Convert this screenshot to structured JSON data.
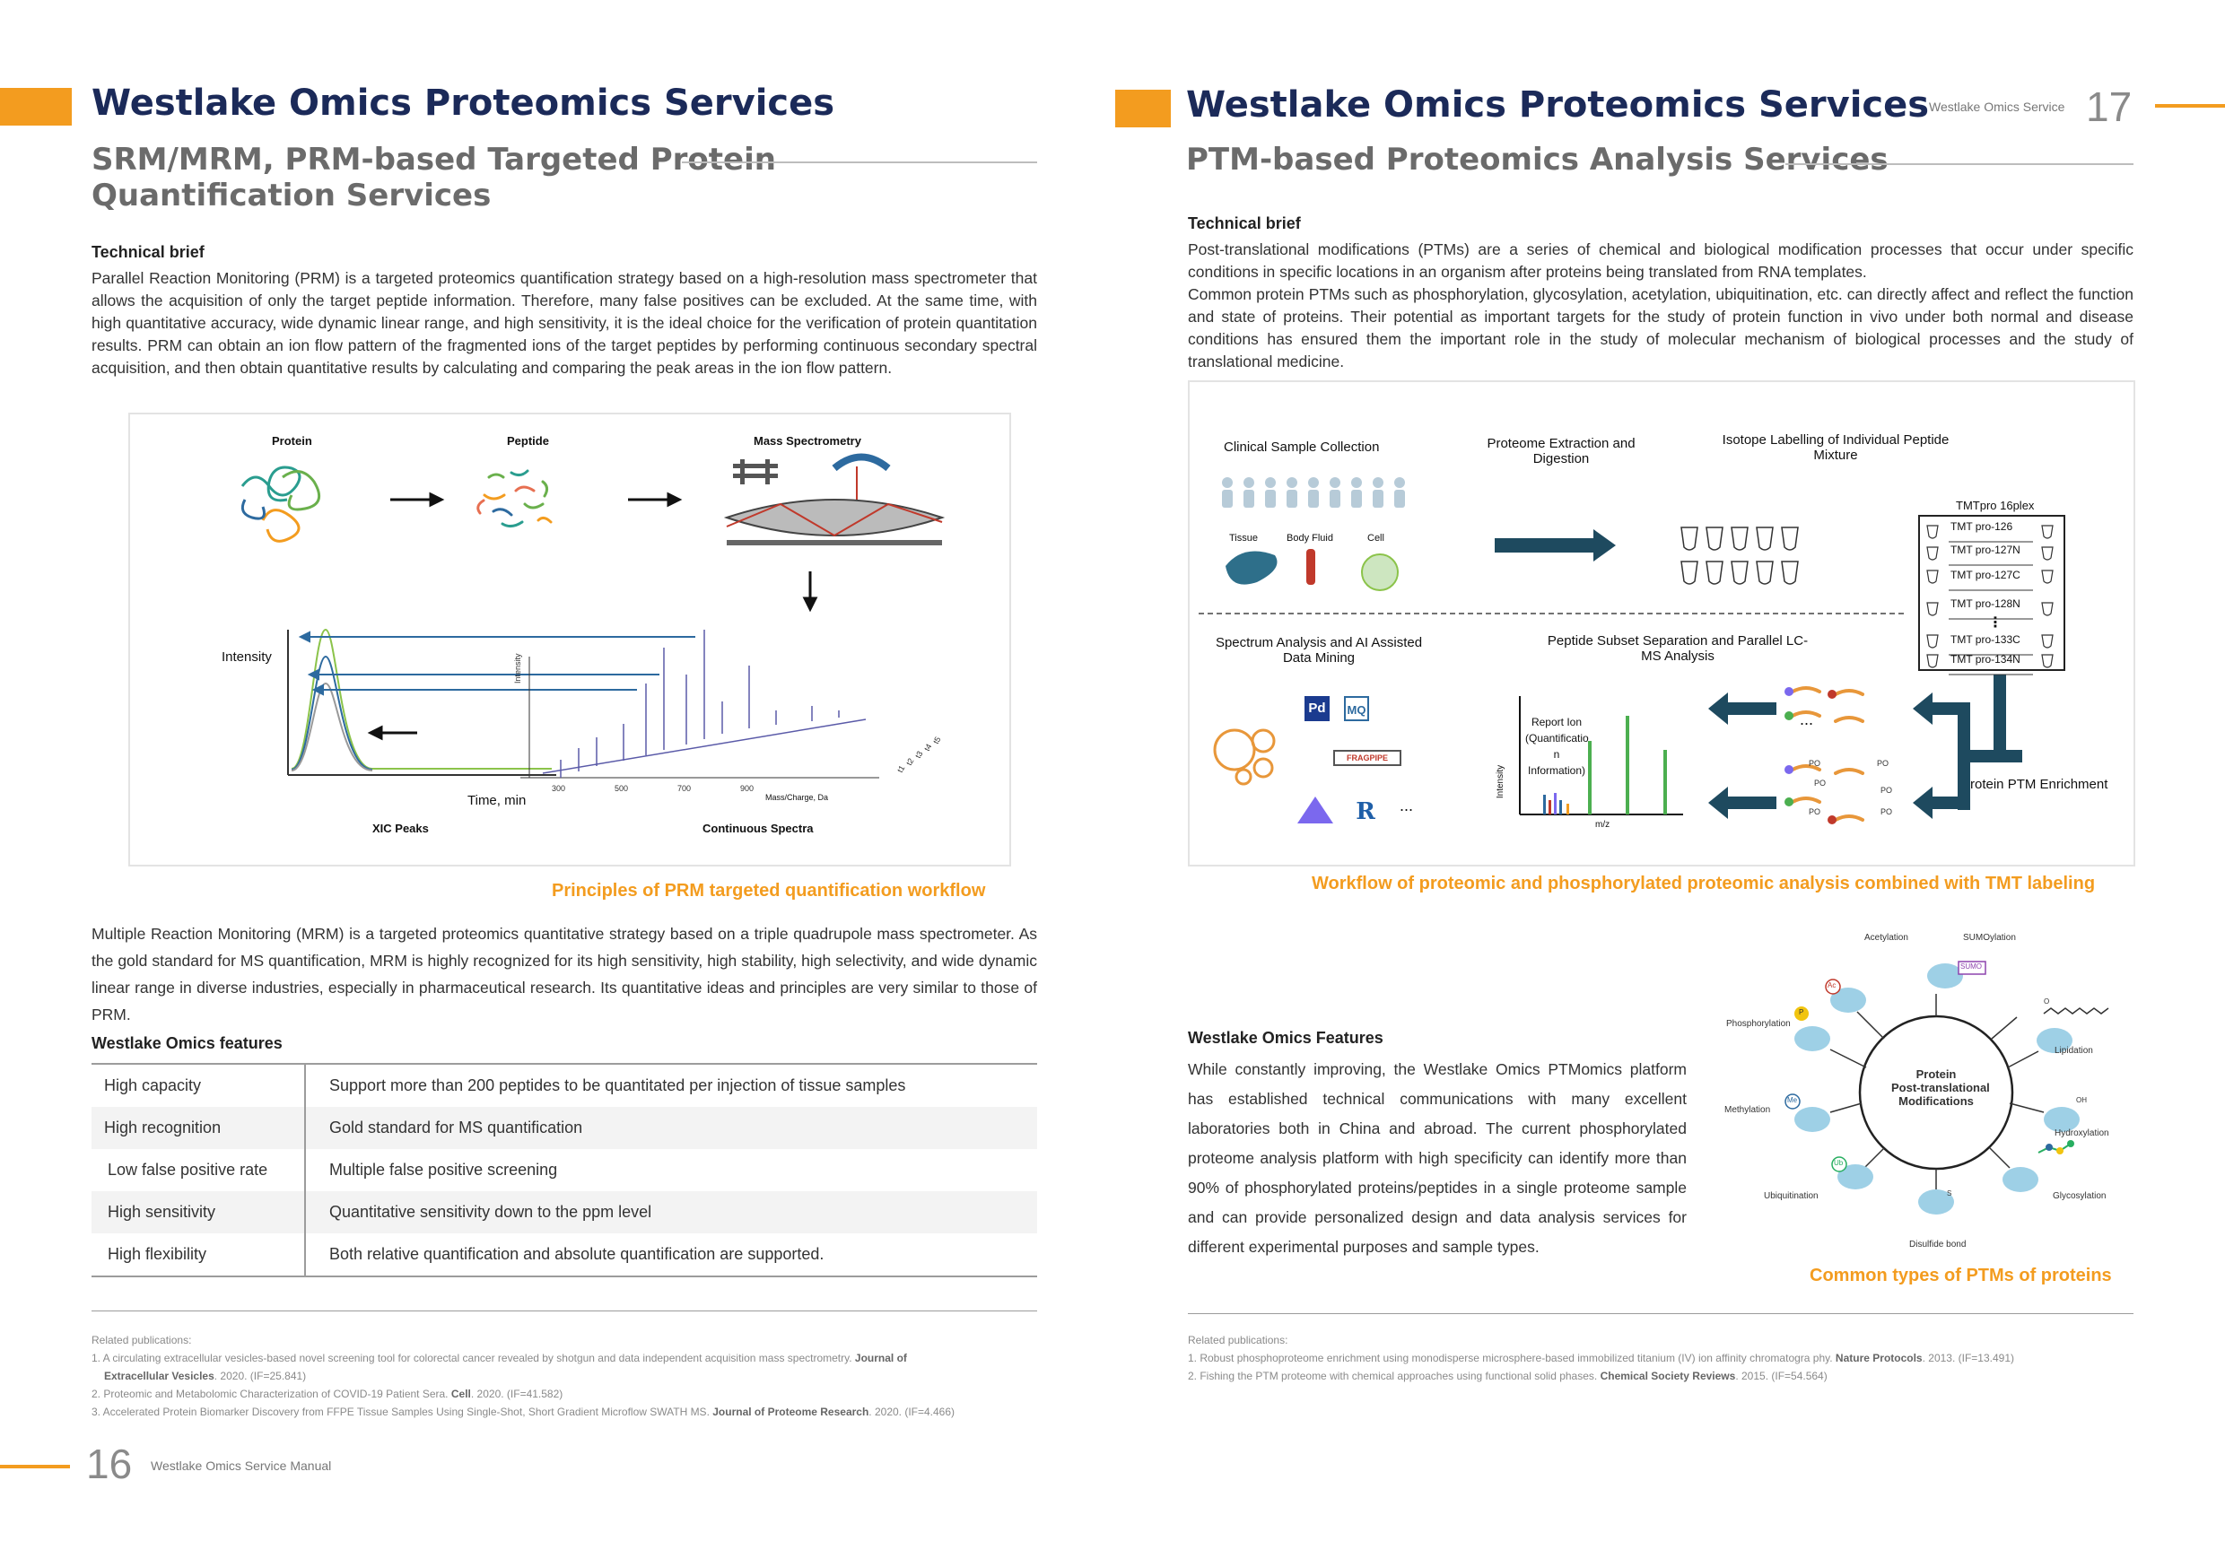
{
  "left": {
    "title": "Westlake Omics Proteomics Services",
    "subtitle_line1": "SRM/MRM, PRM-based Targeted Protein",
    "subtitle_line2": "Quantification Services",
    "tech_heading": "Technical brief",
    "tech_body": "Parallel Reaction Monitoring (PRM) is a targeted proteomics quantification strategy based on a high-resolution mass spectrometer that allows the acquisition of only the target peptide information. Therefore, many false positives can be excluded. At the same time, with high quantitative accuracy, wide dynamic linear range, and high sensitivity, it is the ideal choice for the verification of protein quantitation results. PRM can obtain an ion flow pattern of the fragmented ions of the target peptides by performing continuous secondary spectral acquisition, and then obtain quantitative results by calculating and comparing the peak areas in the ion flow pattern.",
    "figure": {
      "protein": "Protein",
      "peptide": "Peptide",
      "ms": "Mass Spectrometry",
      "intensity": "Intensity",
      "time": "Time, min",
      "xic": "XIC Peaks",
      "spectra": "Continuous Spectra",
      "mass_charge": "Mass/Charge, Da",
      "intensity_small": "Intensity",
      "ticks": [
        "300",
        "500",
        "700",
        "900"
      ],
      "time_ticks": [
        "t1",
        "t2",
        "t3",
        "t4",
        "t5"
      ]
    },
    "caption": "Principles of PRM targeted quantification workflow",
    "mrm_body": "Multiple Reaction Monitoring (MRM) is a targeted proteomics quantitative strategy based on a triple quadrupole mass spectrometer. As the gold standard for MS quantification, MRM is highly recognized for its high sensitivity, high stability, high selectivity, and wide dynamic linear range in diverse industries, especially in pharmaceutical research. Its quantitative ideas and principles are very similar to those of PRM.",
    "features_heading": "Westlake Omics features",
    "features": [
      {
        "name": "High capacity",
        "desc": "Support more than 200 peptides to be quantitated per injection of tissue samples"
      },
      {
        "name": "High recognition",
        "desc": "Gold standard for MS quantification"
      },
      {
        "name": "Low false positive rate",
        "desc": "Multiple false positive screening"
      },
      {
        "name": "High sensitivity",
        "desc": "Quantitative sensitivity down to the ppm level"
      },
      {
        "name": "High flexibility",
        "desc": "Both relative quantification and absolute quantification are supported."
      }
    ],
    "pubs_heading": "Related publications:",
    "pubs": [
      {
        "text": "1. A circulating extracellular vesicles-based novel screening tool for colorectal cancer revealed by shotgun and data independent acquisition mass spectrometry. ",
        "journal": "Journal of",
        "rest": ""
      },
      {
        "text": "Extracellular Vesicles",
        "journal": "",
        "rest": ". 2020. (IF=25.841)"
      },
      {
        "text": "2. Proteomic and Metabolomic Characterization of COVID-19 Patient Sera. ",
        "journal": "Cell",
        "rest": ". 2020. (IF=41.582)"
      },
      {
        "text": "3. Accelerated Protein Biomarker Discovery from FFPE Tissue Samples Using Single-Shot, Short Gradient Microflow SWATH MS. ",
        "journal": "Journal of Proteome Research",
        "rest": ". 2020. (IF=4.466)"
      }
    ],
    "page_number": "16",
    "footer": "Westlake Omics Service Manual"
  },
  "right": {
    "title": "Westlake Omics Proteomics Services",
    "header_service": "Westlake Omics Service",
    "page_number": "17",
    "subtitle": "PTM-based Proteomics Analysis Services",
    "tech_heading": "Technical brief",
    "tech_body1": "Post-translational modifications (PTMs) are a series of chemical and biological modification processes that occur under specific conditions in specific locations in an organism after proteins being translated from RNA templates.",
    "tech_body2": "Common protein PTMs such as phosphorylation, glycosylation, acetylation, ubiquitination, etc. can directly affect and reflect the function and state of proteins. Their potential as important targets for the study of protein function in vivo under both normal and disease conditions has ensured them the important role in the study of molecular mechanism of biological processes and the study of translational medicine.",
    "workflow": {
      "clinical": "Clinical Sample Collection",
      "tissue": "Tissue",
      "body_fluid": "Body Fluid",
      "cell": "Cell",
      "extraction_l1": "Proteome Extraction and",
      "extraction_l2": "Digestion",
      "isotope_l1": "Isotope Labelling of Individual Peptide",
      "isotope_l2": "Mixture",
      "tmt_title": "TMTpro 16plex",
      "tmt_items": [
        "TMT pro-126",
        "TMT pro-127N",
        "TMT pro-127C",
        "TMT pro-128N",
        "TMT pro-133C",
        "TMT pro-134N"
      ],
      "tmt_dots": "⋮",
      "spectrum_l1": "Spectrum Analysis and AI Assisted",
      "spectrum_l2": "Data Mining",
      "peptide_l1": "Peptide Subset Separation and Parallel LC-",
      "peptide_l2": "MS Analysis",
      "report_l1": "Report Ion",
      "report_l2": "(Quantificatio",
      "report_l3": "n",
      "report_l4": "Information)",
      "mz": "m/z",
      "intensity": "Intensity",
      "enrichment": "Protein PTM Enrichment",
      "pd": "Pd",
      "mq": "MQ",
      "ellipsis": "...",
      "po4": "PO",
      "r": "R",
      "fragpipe": "FRAGPIPE"
    },
    "caption1": "Workflow of proteomic and phosphorylated proteomic analysis combined with TMT labeling",
    "features_heading": "Westlake Omics Features",
    "features_body": "While constantly improving, the Westlake Omics PTMomics platform has established technical communications with many excellent laboratories both in China and abroad. The current phosphorylated proteome analysis platform with high specificity can identify more than 90% of phosphorylated proteins/peptides in a single proteome sample and can provide personalized design and data analysis services for different experimental purposes and sample types.",
    "ptm": {
      "center_l1": "Protein",
      "center_l2": "Post-translational",
      "center_l3": "Modifications",
      "acetylation": "Acetylation",
      "sumoylation": "SUMOylation",
      "phosphorylation": "Phosphorylation",
      "lipidation": "Lipidation",
      "methylation": "Methylation",
      "hydroxylation": "Hydroxylation",
      "ubiquitination": "Ubiquitination",
      "glycosylation": "Glycosylation",
      "disulfide": "Disulfide bond",
      "ac": "Ac",
      "sumo": "SUMO",
      "p": "P",
      "me": "Me",
      "ub": "Ub",
      "oh": "OH",
      "o": "O",
      "s": "S"
    },
    "caption2": "Common types of PTMs of proteins",
    "pubs_heading": "Related publications:",
    "pubs": [
      {
        "text": "1. Robust phosphoproteome enrichment using monodisperse microsphere-based immobilized titanium (IV) ion affinity chromatogra phy. ",
        "journal": "Nature Protocols",
        "rest": ". 2013. (IF=13.491)"
      },
      {
        "text": "2. Fishing the PTM proteome with chemical approaches using functional solid phases. ",
        "journal": "Chemical Society Reviews",
        "rest": ". 2015. (IF=54.564)"
      }
    ]
  },
  "colors": {
    "accent": "#f39c1f",
    "navy": "#1b2a59",
    "arrow": "#1e4a5f"
  }
}
